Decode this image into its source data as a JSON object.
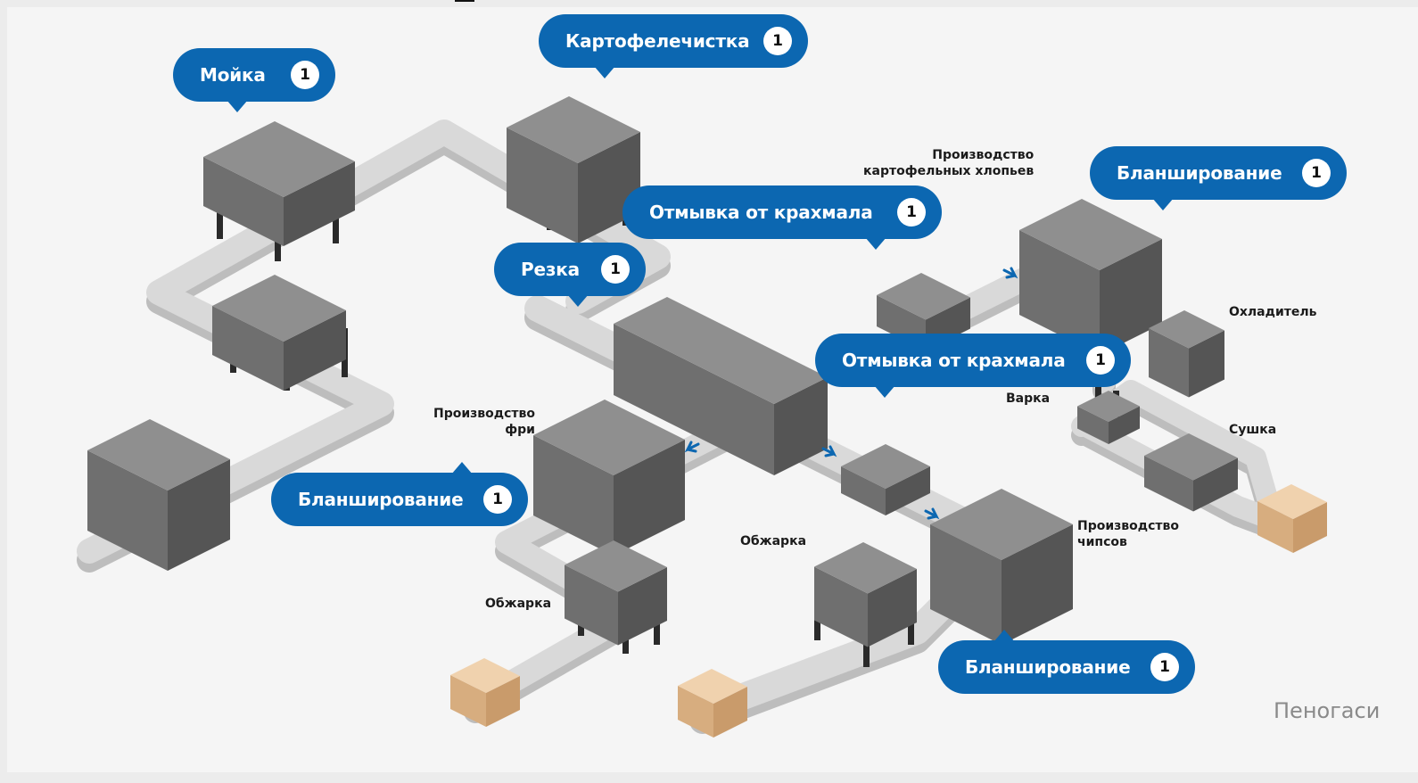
{
  "callouts": [
    {
      "text": "Мойка",
      "badge": "1"
    },
    {
      "text": "Картофелечистка",
      "badge": "1"
    },
    {
      "text": "Отмывка от крахмала",
      "badge": "1"
    },
    {
      "text": "Резка",
      "badge": "1"
    },
    {
      "text": "Бланширование",
      "badge": "1"
    },
    {
      "text": "Отмывка от крахмала",
      "badge": "1"
    },
    {
      "text": "Бланширование",
      "badge": "1"
    },
    {
      "text": "Бланширование",
      "badge": "1"
    }
  ],
  "labels": {
    "flakes": "Производство\nкартофельных хлопьев",
    "cooler": "Охладитель",
    "boiling": "Варка",
    "drying": "Сушка",
    "fries": "Производство\nфри",
    "chips": "Производство\nчипсов",
    "roasting_left": "Обжарка",
    "roasting_mid": "Обжарка"
  },
  "watermark": "Пеногаси",
  "colors": {
    "callout": "#0c67b1",
    "machine_top": "#8f8f8f",
    "machine_left": "#6f6f6f",
    "machine_right": "#555555",
    "belt": "#d9d9d9",
    "box": "#e3b98a"
  }
}
